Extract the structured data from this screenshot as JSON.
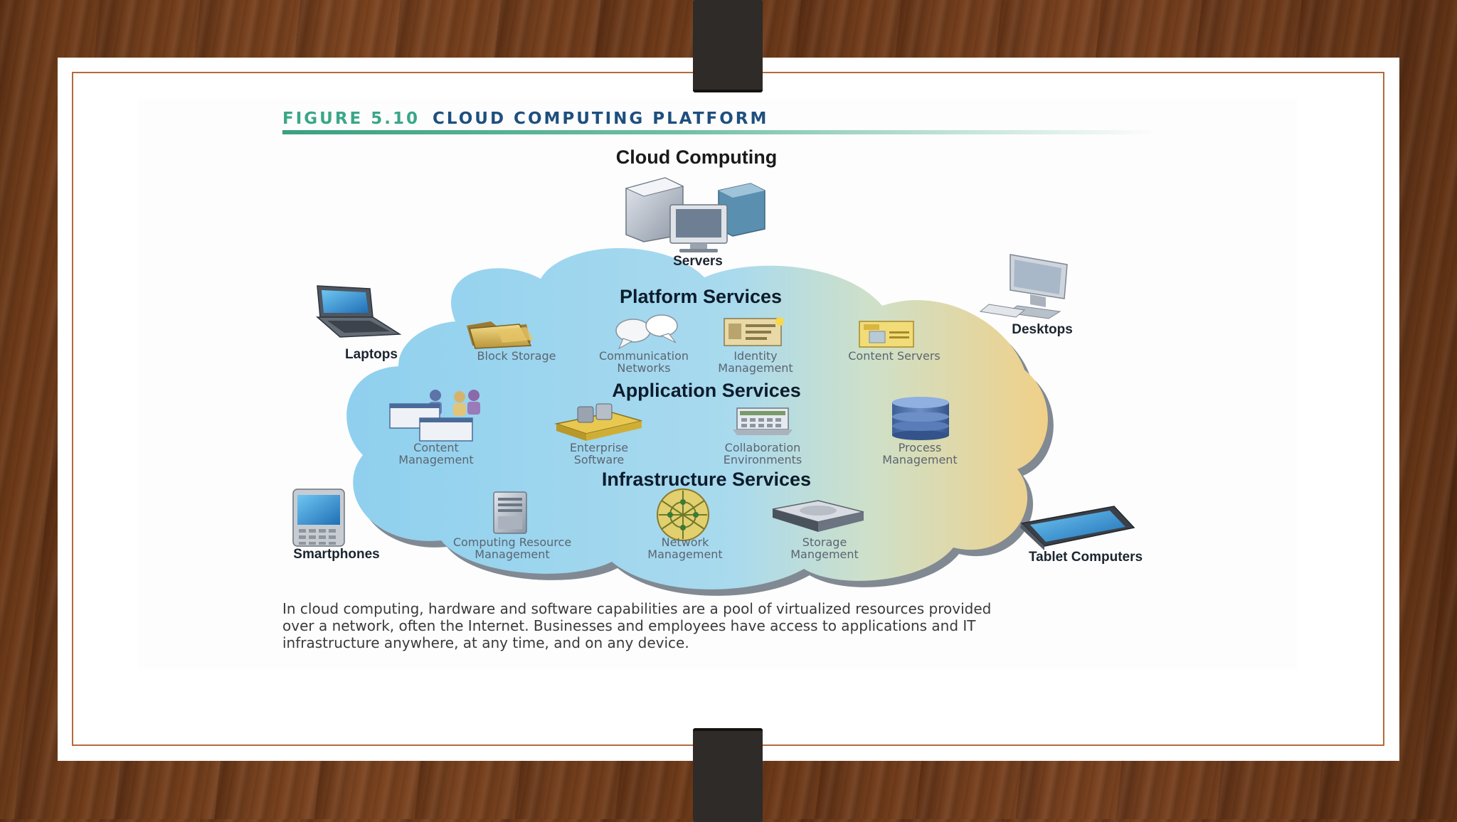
{
  "figure": {
    "number": "FIGURE 5.10",
    "title": "CLOUD COMPUTING PLATFORM"
  },
  "diagram": {
    "title": "Cloud Computing",
    "server_label": "Servers",
    "devices": {
      "laptops": "Laptops",
      "desktops": "Desktops",
      "smartphones": "Smartphones",
      "tablets": "Tablet Computers"
    },
    "platform_services": {
      "heading": "Platform Services",
      "items": [
        {
          "line1": "Block Storage",
          "line2": ""
        },
        {
          "line1": "Communication",
          "line2": "Networks"
        },
        {
          "line1": "Identity",
          "line2": "Management"
        },
        {
          "line1": "Content Servers",
          "line2": ""
        }
      ]
    },
    "application_services": {
      "heading": "Application Services",
      "items": [
        {
          "line1": "Content",
          "line2": "Management"
        },
        {
          "line1": "Enterprise",
          "line2": "Software"
        },
        {
          "line1": "Collaboration",
          "line2": "Environments"
        },
        {
          "line1": "Process",
          "line2": "Management"
        }
      ]
    },
    "infrastructure_services": {
      "heading": "Infrastructure Services",
      "items": [
        {
          "line1": "Computing Resource",
          "line2": "Management"
        },
        {
          "line1": "Network",
          "line2": "Management"
        },
        {
          "line1": "Storage",
          "line2": "Mangement"
        }
      ]
    },
    "icons": {
      "servers": "server-icon",
      "laptops": "laptop-icon",
      "desktops": "desktop-icon",
      "smartphones": "smartphone-icon",
      "tablets": "tablet-icon",
      "block_storage": "folder-icon",
      "communication_networks": "speech-bubbles-icon",
      "identity_management": "id-card-icon",
      "content_servers": "news-document-icon",
      "content_management": "windows-people-icon",
      "enterprise_software": "software-box-icon",
      "collaboration_environments": "keyboard-board-icon",
      "process_management": "database-icon",
      "computing_resource_management": "tower-server-icon",
      "network_management": "network-globe-icon",
      "storage_management": "hard-drive-icon"
    },
    "colors": {
      "cloud_left": "#8fd0ee",
      "cloud_right": "#f0d088",
      "figure_number": "#3aa688",
      "figure_title": "#1e4f7e"
    }
  },
  "caption": {
    "line1": "In cloud computing, hardware and software capabilities are a pool of virtualized resources provided",
    "line2": "over a network, often the Internet. Businesses and employees have access to applications and IT",
    "line3": "infrastructure anywhere, at any time, and on any device."
  }
}
